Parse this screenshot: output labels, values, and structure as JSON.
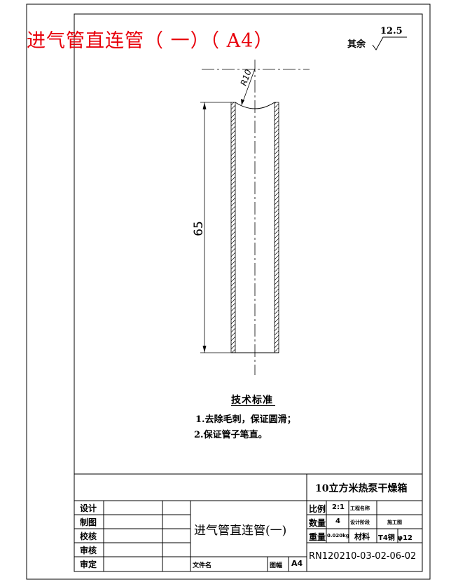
{
  "title": "进气管直连管（ 一）（ A4）",
  "roughness": {
    "label": "其余",
    "value": "12.5"
  },
  "dimensions": {
    "length": "65",
    "radius": "R10"
  },
  "technical_requirements": {
    "heading": "技术标准",
    "items": [
      "1.去除毛刺，保证圆滑；",
      "2.保证管子笔直。"
    ]
  },
  "title_block": {
    "project": "10立方米热泵干燥箱",
    "part_name": "进气管直连管(一)",
    "roles": [
      "设计",
      "制图",
      "校核",
      "审核",
      "审定"
    ],
    "file_name_label": "文件名",
    "sheet_size_label": "图幅",
    "sheet_size": "A4",
    "scale_label": "比例",
    "scale": "2:1",
    "project_name_label": "工程名称",
    "quantity_label": "数量",
    "quantity": "4",
    "design_stage_label": "设计阶段",
    "design_stage": "施工图",
    "weight_label": "重量",
    "weight": "0.020kg",
    "material_label": "材料",
    "material": "T4铜 φ12",
    "drawing_number": "RN120210-03-02-06-02"
  }
}
